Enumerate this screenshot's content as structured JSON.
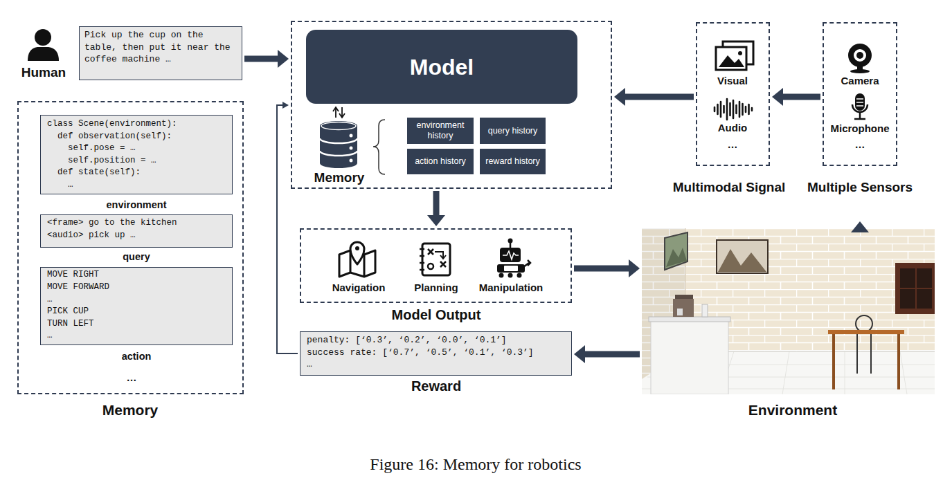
{
  "diagram": {
    "caption": "Figure 16: Memory for robotics",
    "nodes": [
      {
        "text": [
          "Pick up the cup on the table, then put it near the coffee machine …"
        ]
      },
      {
        "text": [
          "Memory"
        ]
      },
      {
        "text": [
          "class Scene(environment):",
          "def observation(self):",
          "self.pose = …",
          "self.position = …",
          "def state(self):",
          "…",
          "environment"
        ],
        "in": 1
      },
      {
        "text": [
          "<frame> go to the kitchen",
          "<audio> pick up …",
          "query"
        ],
        "in": 1
      },
      {
        "text": [
          "MOVE RIGHT",
          "MOVE FORWARD",
          "…",
          "PICK CUP",
          "TURN LEFT",
          "…",
          "action"
        ],
        "in": 1
      },
      {
        "text": [
          "Memory"
        ]
      },
      {
        "text": [
          "Model"
        ],
        "in": 5
      },
      {
        "text": [
          "environment history"
        ],
        "in": 5
      },
      {
        "text": [
          "query history"
        ],
        "in": 5
      },
      {
        "text": [
          "action history"
        ],
        "in": 5
      },
      {
        "text": [
          "reward history"
        ],
        "in": 5
      },
      {
        "text": [
          "Navigation",
          "Planning",
          "Manipulation",
          "Model Output"
        ]
      },
      {
        "text": [
          "penalty: [‘0.3’, ‘0.2’, ‘0.0’, ‘0.1’]",
          "success rate: [‘0.7’, ‘0.5’, ‘0.1’, ‘0.3’]",
          "…",
          "Reward"
        ]
      },
      {
        "text": [
          "Visual",
          "Audio",
          "…",
          "Multimodal Signal"
        ]
      },
      {
        "text": [
          "Camera",
          "Microphone",
          "…",
          "Multiple Sensors"
        ]
      },
      {
        "text": [
          "Environment"
        ]
      }
    ],
    "edges": [
      {
        "from": 0,
        "to": 5,
        "arrow": "to"
      },
      {
        "from": 13,
        "to": 5,
        "arrow": "to"
      },
      {
        "from": 14,
        "to": 13,
        "arrow": "to"
      },
      {
        "from": 5,
        "to": 11,
        "arrow": "to"
      },
      {
        "from": 11,
        "to": 15,
        "arrow": "to"
      },
      {
        "from": 15,
        "to": 12,
        "arrow": "to"
      },
      {
        "from": 15,
        "to": 14,
        "arrow": "to"
      },
      {
        "from": 12,
        "to": 5,
        "arrow": "to"
      }
    ],
    "labels": [
      "Human",
      "…"
    ]
  }
}
